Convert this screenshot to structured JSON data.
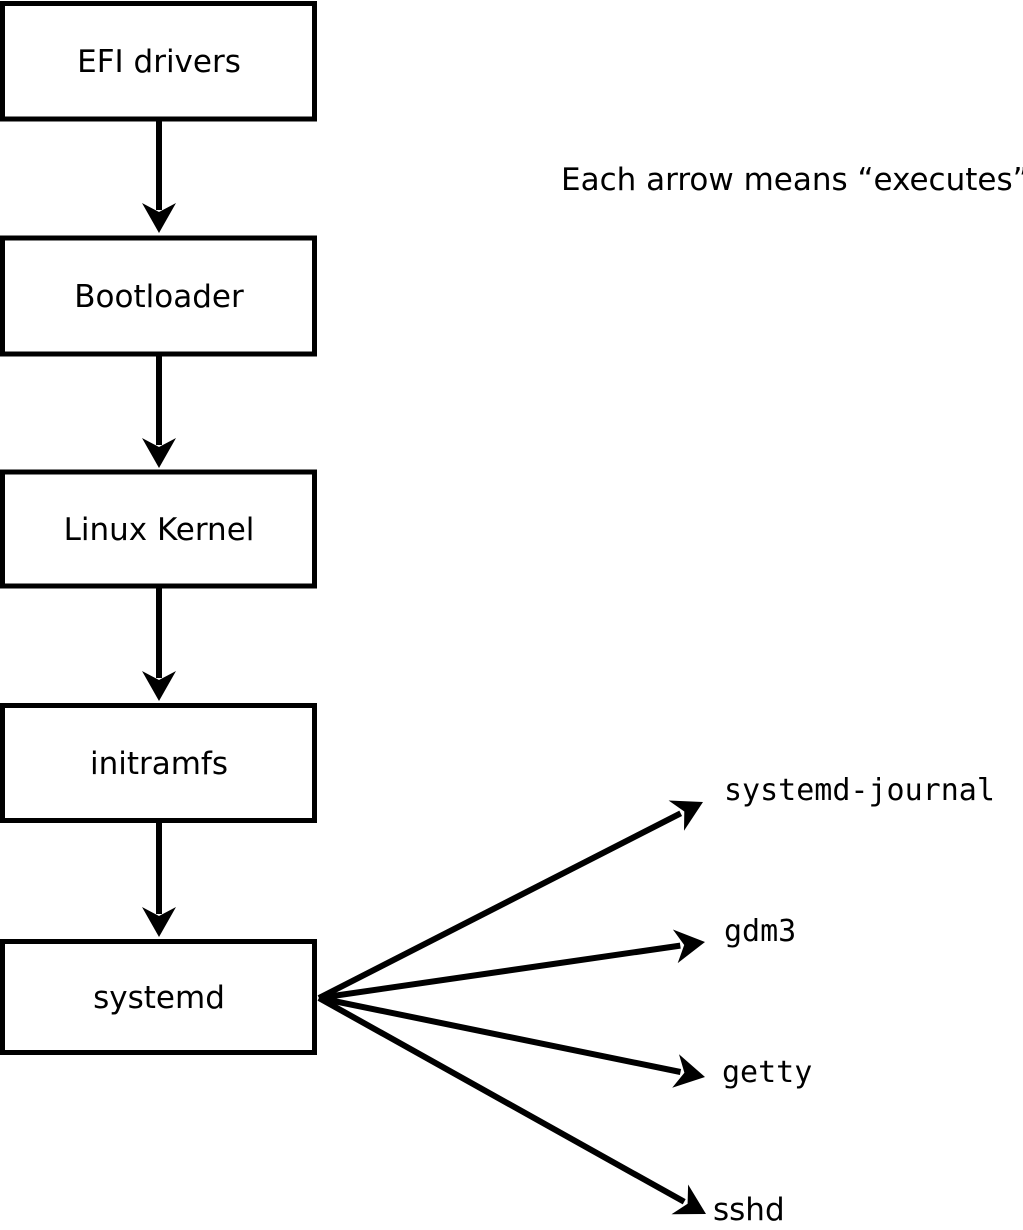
{
  "note": {
    "text": "Each arrow means “executes”."
  },
  "chain": [
    {
      "label": "EFI drivers"
    },
    {
      "label": "Bootloader"
    },
    {
      "label": "Linux Kernel"
    },
    {
      "label": "initramfs"
    },
    {
      "label": "systemd"
    }
  ],
  "services": [
    {
      "label": "systemd-journal"
    },
    {
      "label": "gdm3"
    },
    {
      "label": "getty"
    },
    {
      "label": "sshd"
    }
  ],
  "colors": {
    "stroke": "#000000",
    "background": "#ffffff",
    "box_fill": "#ffffff"
  }
}
